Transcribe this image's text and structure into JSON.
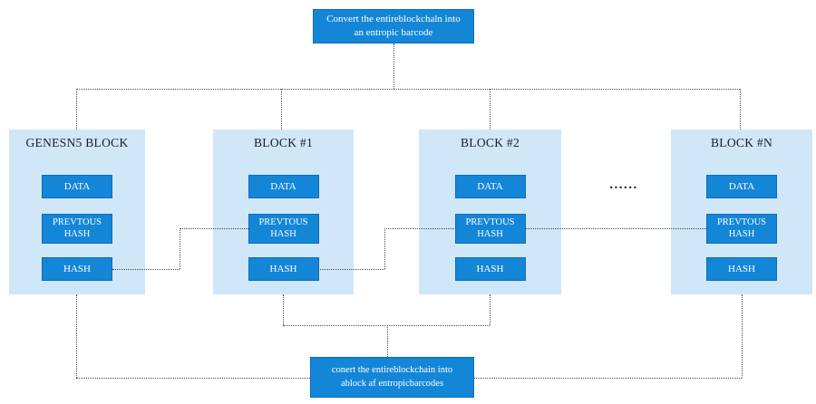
{
  "diagram": {
    "top_box": {
      "text": "Convert the entireblockchaln into an entropic barcode"
    },
    "bottom_box": {
      "text": "conert the entireblockchain into ablock af entropicbarcodes"
    },
    "ellipsis": "......",
    "blocks": [
      {
        "title": "GENESN5 BLOCK",
        "data_label": "DATA",
        "prev_hash_label": "PREVTOUS HASH",
        "hash_label": "HASH"
      },
      {
        "title": "BLOCK #1",
        "data_label": "DATA",
        "prev_hash_label": "PREVTOUS HASH",
        "hash_label": "HASH"
      },
      {
        "title": "BLOCK #2",
        "data_label": "DATA",
        "prev_hash_label": "PREVTOUS HASH",
        "hash_label": "HASH"
      },
      {
        "title": "BLOCK #N",
        "data_label": "DATA",
        "prev_hash_label": "PREVTOUS HASH",
        "hash_label": "HASH"
      }
    ],
    "colors": {
      "accent": "#1486d8",
      "accent_border": "#0e6db5",
      "block_background": "#cfe7f7",
      "connector_line": "#4a4a4a",
      "header_text": "#1c1c28"
    }
  }
}
